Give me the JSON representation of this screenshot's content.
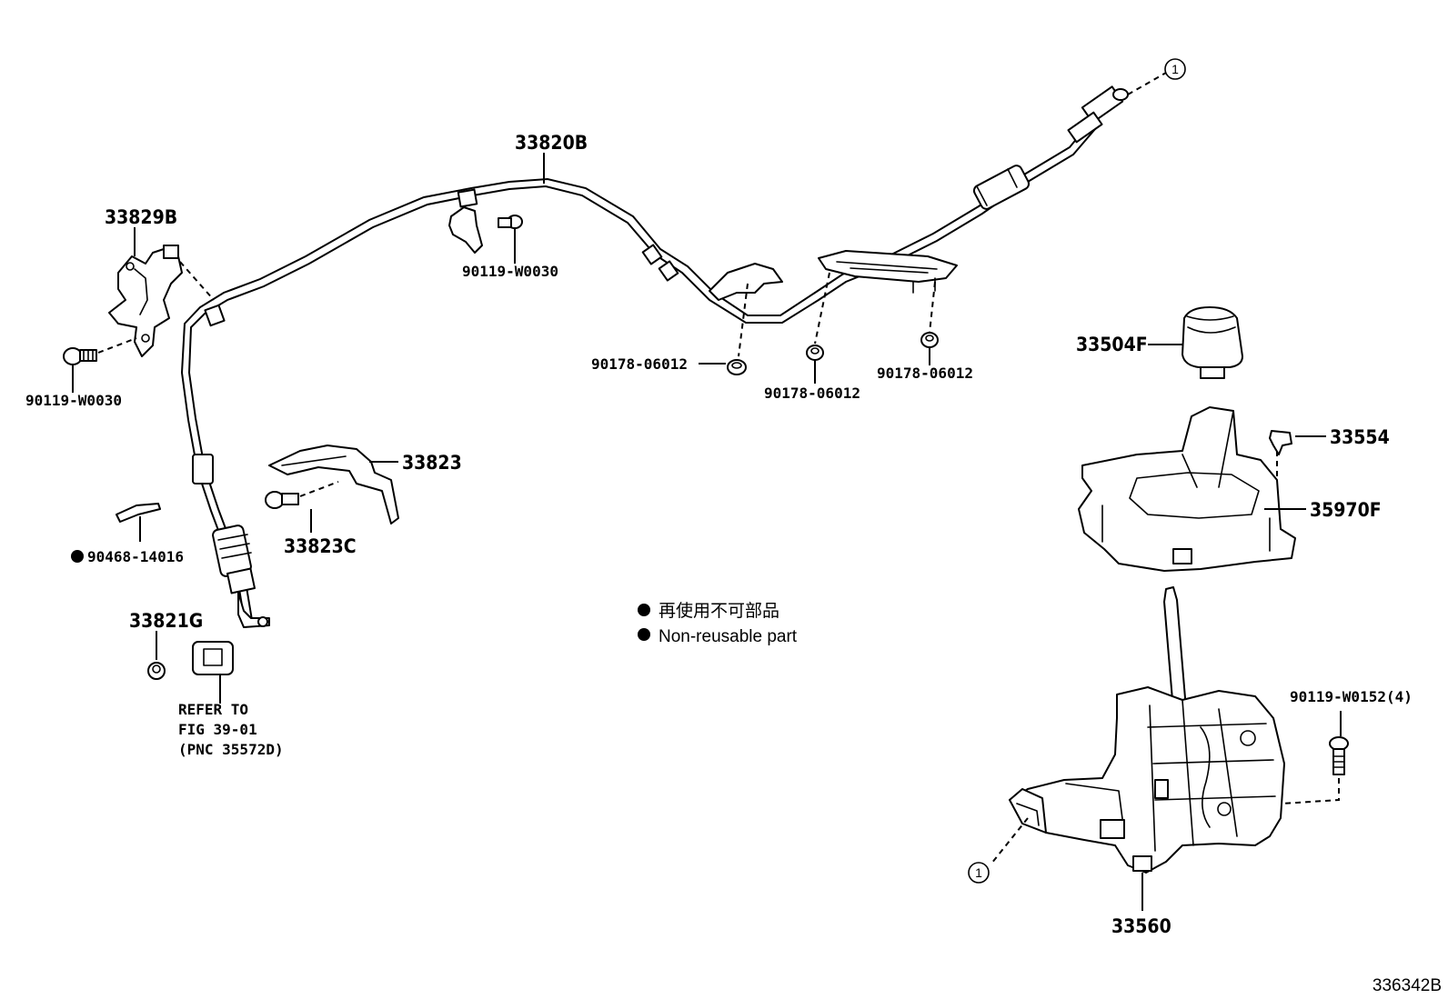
{
  "parts": {
    "p33820B": "33820B",
    "p33829B": "33829B",
    "p90119_W0030_left": "90119-W0030",
    "p90119_W0030_mid": "90119-W0030",
    "p90178_a": "90178-06012",
    "p90178_b": "90178-06012",
    "p90178_c": "90178-06012",
    "p33504F": "33504F",
    "p33554": "33554",
    "p35970F": "35970F",
    "p33823": "33823",
    "p33823C": "33823C",
    "p90468": "90468-14016",
    "p33821G": "33821G",
    "p90119_W0152": "90119-W0152(4)",
    "p33560": "33560"
  },
  "refer": {
    "line1": "REFER TO",
    "line2": "FIG 39-01",
    "line3": "(PNC 35572D)"
  },
  "legend": {
    "jp": "再使用不可部品",
    "en": "Non-reusable part"
  },
  "callouts": {
    "top": "1",
    "bottom": "1"
  },
  "figure_id": "336342B"
}
